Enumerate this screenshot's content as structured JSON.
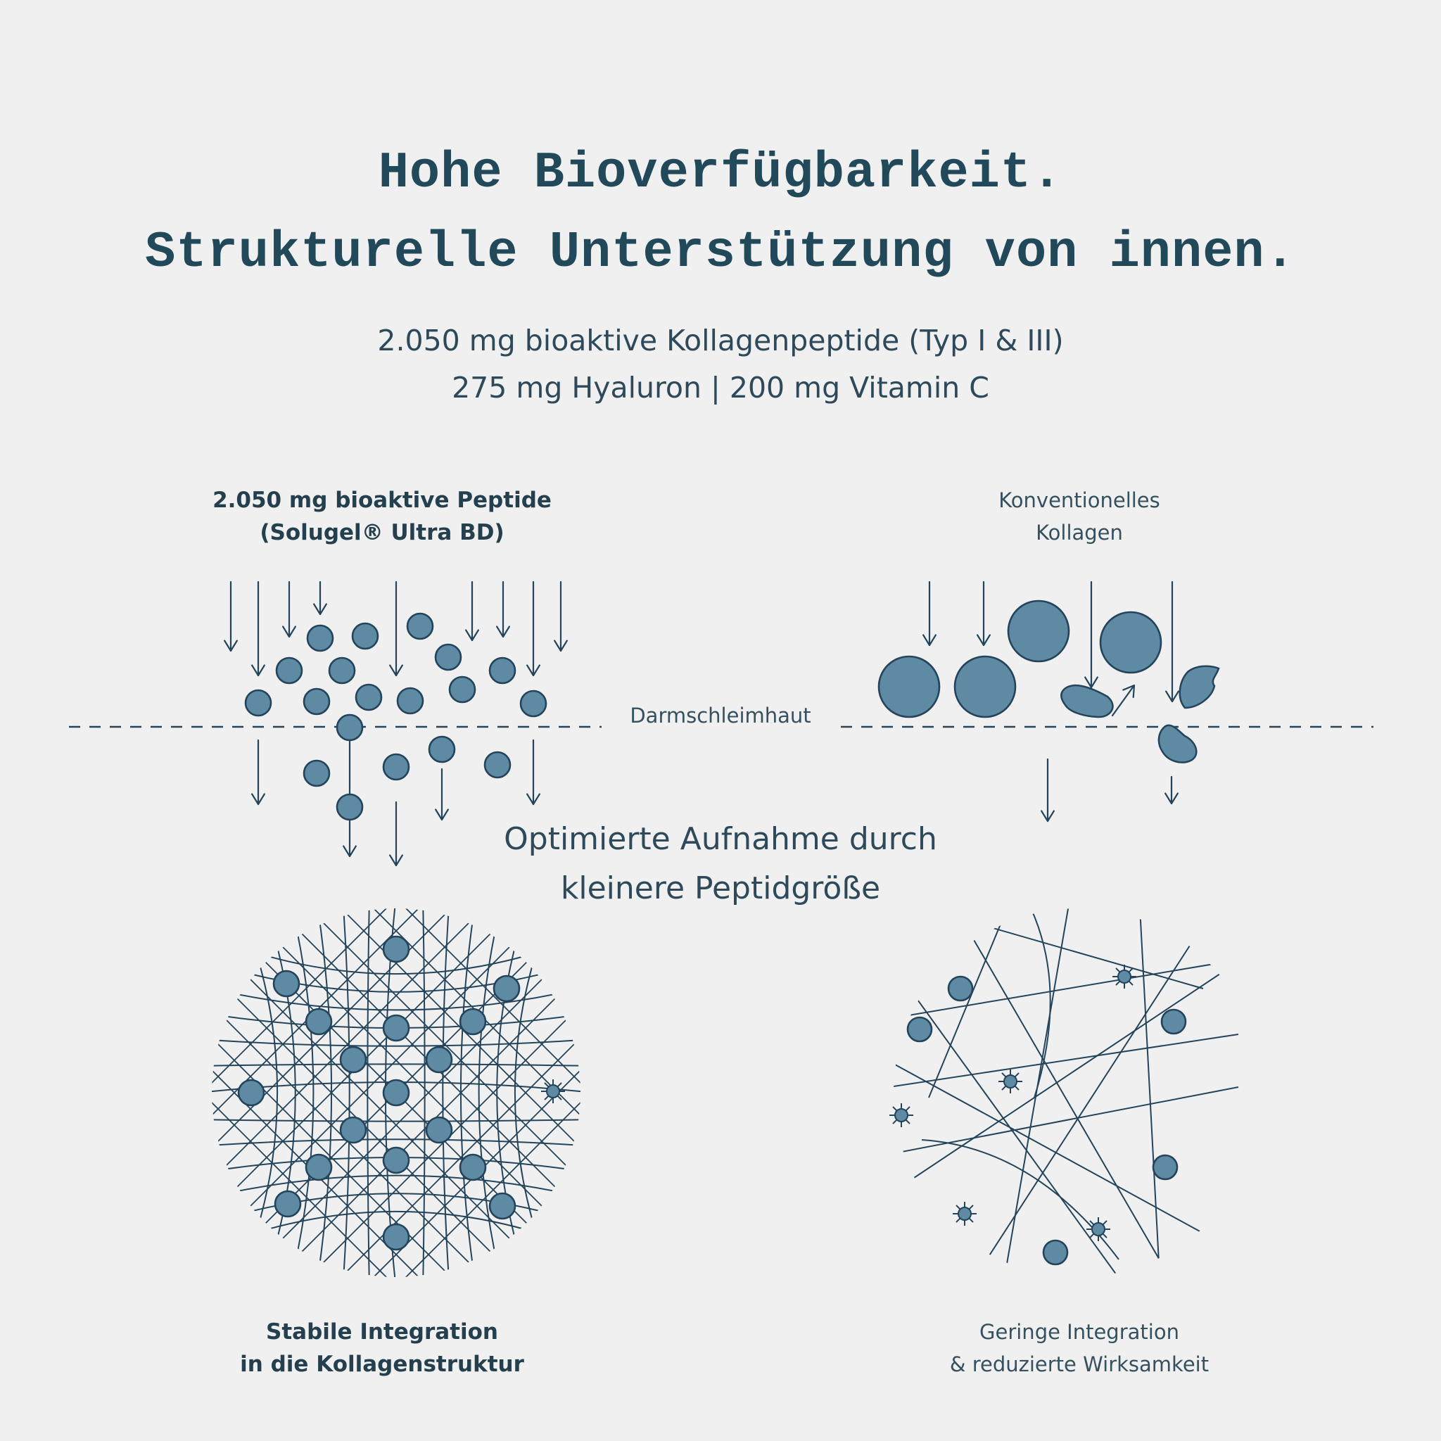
{
  "heading": {
    "line1": "Hohe Bioverfügbarkeit.",
    "line2": "Strukturelle Unterstützung von innen."
  },
  "subheading": {
    "line1": "2.050 mg bioaktive Kollagenpeptide (Typ I & III)",
    "line2": "275 mg Hyaluron | 200 mg Vitamin C"
  },
  "left_panel": {
    "title_line1": "2.050 mg bioaktive Peptide",
    "title_line2": "(Solugel® Ultra BD)",
    "caption_line1": "Stabile Integration",
    "caption_line2": "in die Kollagenstruktur"
  },
  "right_panel": {
    "title_line1": "Konventionelles",
    "title_line2": "Kollagen",
    "caption_line1": "Geringe Integration",
    "caption_line2": "& reduzierte Wirksamkeit"
  },
  "membrane_label": "Darmschleimhaut",
  "center_text": {
    "line1": "Optimierte Aufnahme durch",
    "line2": "kleinere Peptidgröße"
  },
  "colors": {
    "background": "#f0f0f0",
    "ink": "#23445a",
    "particle_fill": "#5e8aa3"
  }
}
